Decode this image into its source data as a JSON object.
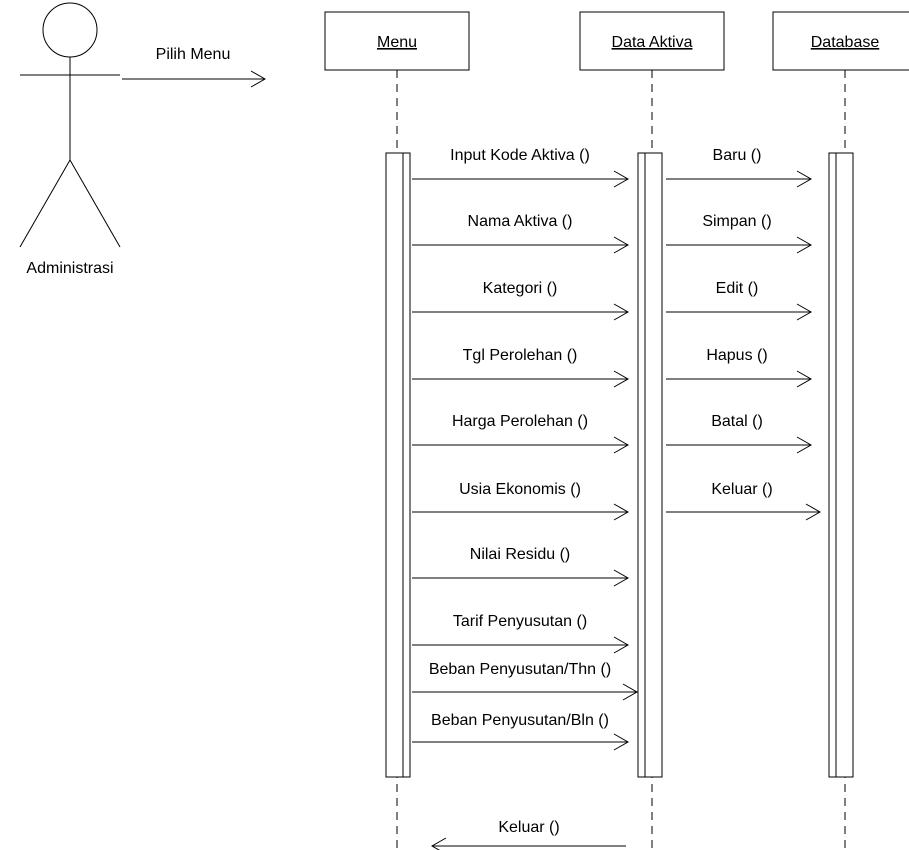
{
  "actor": {
    "label": "Administrasi"
  },
  "objects": [
    {
      "id": "menu",
      "label": "Menu"
    },
    {
      "id": "data_aktiva",
      "label": "Data Aktiva"
    },
    {
      "id": "database",
      "label": "Database"
    }
  ],
  "actor_message": "Pilih Menu",
  "menu_to_data_messages": [
    "Input Kode Aktiva ()",
    "Nama Aktiva ()",
    "Kategori ()",
    "Tgl Perolehan ()",
    "Harga Perolehan ()",
    "Usia Ekonomis ()",
    "Nilai Residu ()",
    "Tarif Penyusutan ()",
    "Beban Penyusutan/Thn ()",
    "Beban Penyusutan/Bln ()"
  ],
  "data_to_db_messages": [
    "Baru ()",
    "Simpan ()",
    "Edit ()",
    "Hapus ()",
    "Batal ()",
    "Keluar ()"
  ],
  "return_message": "Keluar ()",
  "colors": {
    "line": "#000000",
    "background": "#ffffff"
  }
}
